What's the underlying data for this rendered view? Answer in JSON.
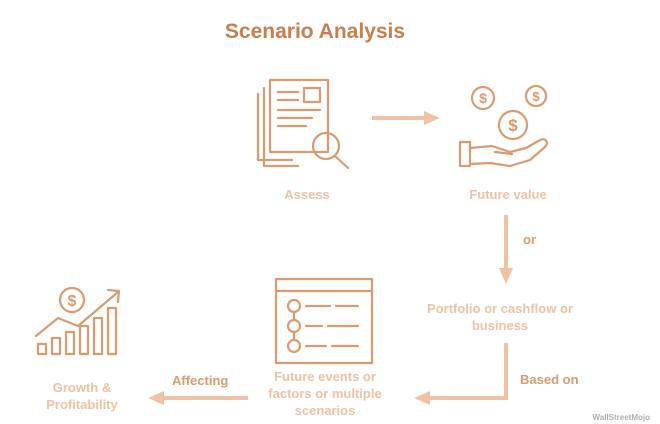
{
  "title": "Scenario Analysis",
  "nodes": {
    "assess": "Assess",
    "future_value": "Future value",
    "portfolio": "Portfolio or cashflow or business",
    "future_events": "Future events or factors or multiple scenarios",
    "growth": "Growth & Profitability"
  },
  "edges": {
    "or": "or",
    "based_on": "Based on",
    "affecting": "Affecting"
  },
  "watermark": "WallStreetMojo",
  "colors": {
    "title": "#c97e4e",
    "icon": "#dc9a70",
    "label": "#f0c2a3",
    "arrow": "#f0c2a3"
  },
  "icons": [
    "document-search-icon",
    "hand-coins-icon",
    "checklist-icon",
    "growth-chart-icon"
  ]
}
